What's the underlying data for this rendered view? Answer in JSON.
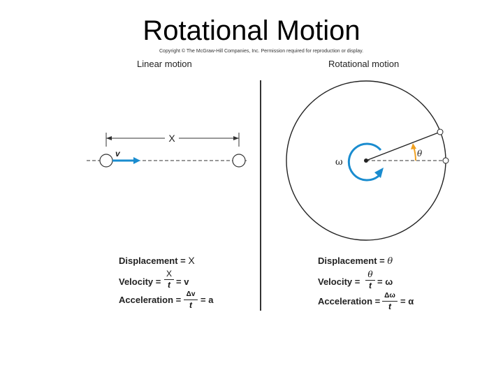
{
  "title": "Rotational Motion",
  "copyright": "Copyright © The McGraw-Hill Companies, Inc. Permission required for reproduction or display.",
  "linear": {
    "label": "Linear motion",
    "distance_label": "X",
    "velocity_label": "v",
    "displacement_text": "Displacement =",
    "displacement_value": "X",
    "velocity_text": "Velocity =",
    "velocity_num": "X",
    "velocity_den": "t",
    "velocity_result": "= v",
    "acceleration_text": "Acceleration =",
    "acceleration_num": "Δv",
    "acceleration_den": "t",
    "acceleration_result": "= a"
  },
  "rotational": {
    "label": "Rotational motion",
    "omega_label": "ω",
    "theta_label": "θ",
    "displacement_text": "Displacement =",
    "displacement_value": "θ",
    "velocity_text": "Velocity =",
    "velocity_num": "θ",
    "velocity_den": "t",
    "velocity_result": "= ω",
    "acceleration_text": "Acceleration =",
    "acceleration_num": "Δω",
    "acceleration_den": "t",
    "acceleration_result": "= α"
  },
  "colors": {
    "accent_blue": "#1a8ccf",
    "angle_orange": "#f0a020",
    "line": "#222222"
  }
}
